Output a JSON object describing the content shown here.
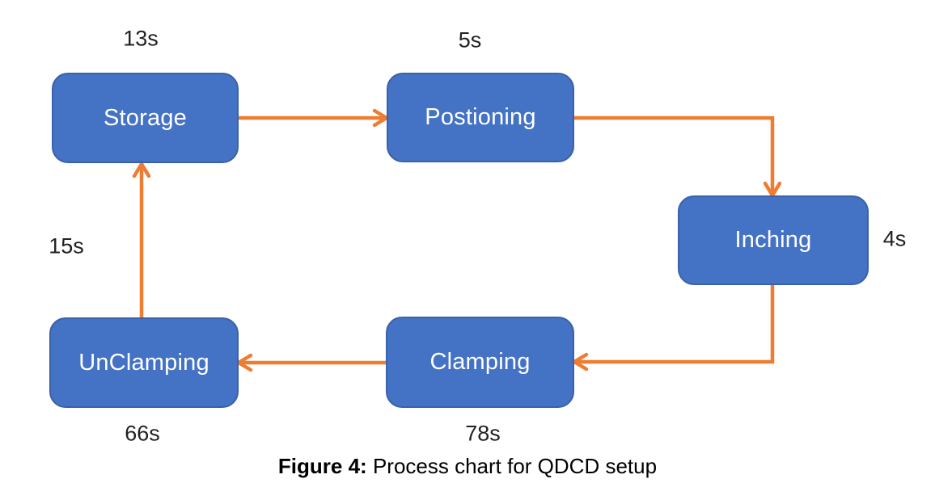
{
  "diagram": {
    "nodes": [
      {
        "id": "storage",
        "label": "Storage",
        "time": "13s"
      },
      {
        "id": "postioning",
        "label": "Postioning",
        "time": "5s"
      },
      {
        "id": "inching",
        "label": "Inching",
        "time": "4s"
      },
      {
        "id": "clamping",
        "label": "Clamping",
        "time": "78s"
      },
      {
        "id": "unclamping",
        "label": "UnClamping",
        "time": "66s"
      }
    ],
    "edges": [
      {
        "from": "storage",
        "to": "postioning",
        "label": ""
      },
      {
        "from": "postioning",
        "to": "inching",
        "label": ""
      },
      {
        "from": "inching",
        "to": "clamping",
        "label": ""
      },
      {
        "from": "clamping",
        "to": "unclamping",
        "label": ""
      },
      {
        "from": "unclamping",
        "to": "storage",
        "label": "15s"
      }
    ]
  },
  "caption": {
    "bold": "Figure 4:",
    "rest": " Process chart for QDCD setup"
  },
  "colors": {
    "box_fill": "#4472C4",
    "box_border": "#3B61A8",
    "arrow": "#ED7D31",
    "box_text": "#FFFFFF",
    "label_text": "#212121"
  }
}
